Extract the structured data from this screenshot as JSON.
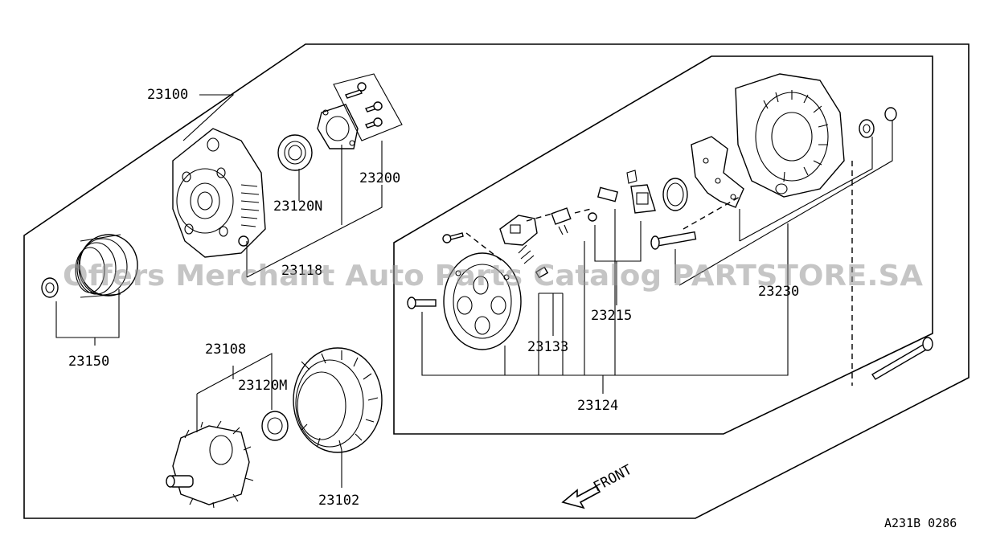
{
  "part_numbers": {
    "p23100": "23100",
    "p23200": "23200",
    "p23120N": "23120N",
    "p23118": "23118",
    "p23150": "23150",
    "p23108": "23108",
    "p23120M": "23120M",
    "p23102": "23102",
    "p23215": "23215",
    "p23133": "23133",
    "p23230": "23230",
    "p23124": "23124"
  },
  "front_label": "FRONT",
  "diagram_code": "A231B 0286",
  "watermark": "Offers Merchant Auto Parts Catalog PARTSTORE.SA"
}
